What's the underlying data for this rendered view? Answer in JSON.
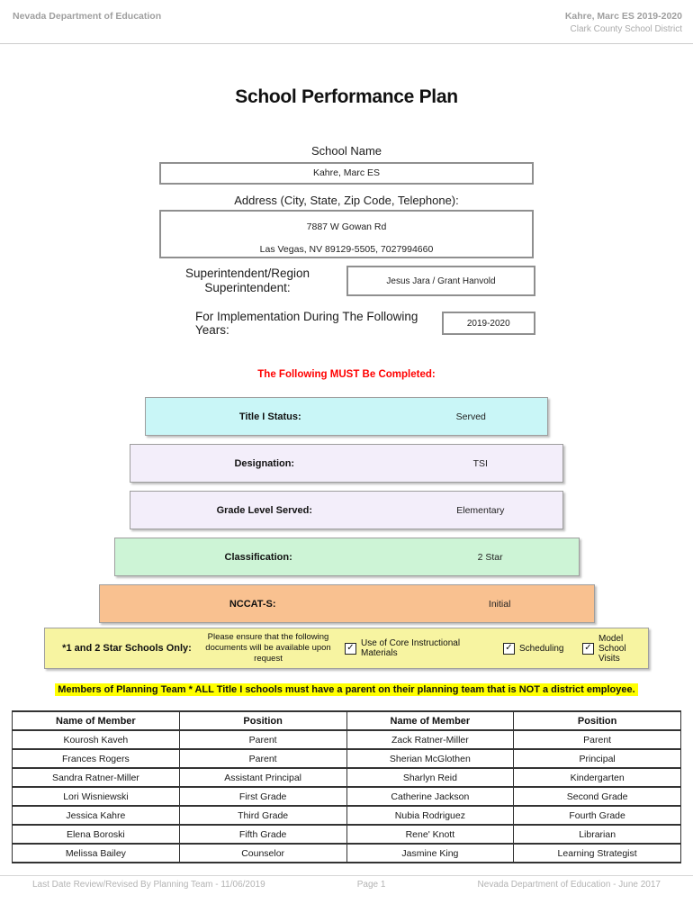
{
  "header": {
    "left": "Nevada Department of Education",
    "right_line1": "Kahre, Marc ES  2019-2020",
    "right_line2": "Clark County School District"
  },
  "title": "School Performance Plan",
  "form": {
    "school_name_label": "School Name",
    "school_name_value": "Kahre, Marc ES",
    "address_label": "Address (City, State, Zip Code, Telephone):",
    "address_line1": "7887 W Gowan Rd",
    "address_line2": "Las Vegas, NV  89129-5505, 7027994660",
    "superintendent_label_line1": "Superintendent/Region",
    "superintendent_label_line2": "Superintendent:",
    "superintendent_value": "Jesus Jara / Grant Hanvold",
    "implementation_label": "For Implementation During The Following Years:",
    "implementation_value": "2019-2020"
  },
  "must_complete_notice": "The Following MUST Be Completed:",
  "colors": {
    "must_notice_red": "#ff0000",
    "highlight_yellow": "#ffff00"
  },
  "status_bars": [
    {
      "label": "Title I Status:",
      "value": "Served",
      "color": "#c9f6f7"
    },
    {
      "label": "Designation:",
      "value": "TSI",
      "color": "#f3eefa"
    },
    {
      "label": "Grade Level Served:",
      "value": "Elementary",
      "color": "#f3eefa"
    },
    {
      "label": "Classification:",
      "value": "2 Star",
      "color": "#cdf4d6"
    },
    {
      "label": "NCCAT-S:",
      "value": "Initial",
      "color": "#f9c190"
    }
  ],
  "star_schools_row": {
    "background": "#f7f4a1",
    "label": "*1 and 2 Star Schools Only:",
    "description_line1": "Please ensure that the following",
    "description_line2": "documents will be available upon request",
    "checkboxes": [
      {
        "label": "Use of Core Instructional Materials",
        "checked": true
      },
      {
        "label": "Scheduling",
        "checked": true
      },
      {
        "label": "Model School Visits",
        "checked": true
      }
    ]
  },
  "planning_team_notice": "Members of Planning Team * ALL Title I schools must have a parent on their planning team that is NOT a district employee.",
  "members_table": {
    "headers": [
      "Name of Member",
      "Position",
      "Name of Member",
      "Position"
    ],
    "rows": [
      [
        "Kourosh Kaveh",
        "Parent",
        "Zack Ratner-Miller",
        "Parent"
      ],
      [
        "Frances Rogers",
        "Parent",
        "Sherian McGlothen",
        "Principal"
      ],
      [
        "Sandra Ratner-Miller",
        "Assistant Principal",
        "Sharlyn Reid",
        "Kindergarten"
      ],
      [
        "Lori Wisniewski",
        "First Grade",
        "Catherine Jackson",
        "Second Grade"
      ],
      [
        "Jessica Kahre",
        "Third Grade",
        "Nubia Rodriguez",
        "Fourth Grade"
      ],
      [
        "Elena Boroski",
        "Fifth Grade",
        "Rene' Knott",
        "Librarian"
      ],
      [
        "Melissa Bailey",
        "Counselor",
        "Jasmine King",
        "Learning Strategist"
      ]
    ]
  },
  "footer": {
    "left": "Last Date Review/Revised By Planning Team - 11/06/2019",
    "center": "Page 1",
    "right": "Nevada Department of Education - June 2017"
  }
}
